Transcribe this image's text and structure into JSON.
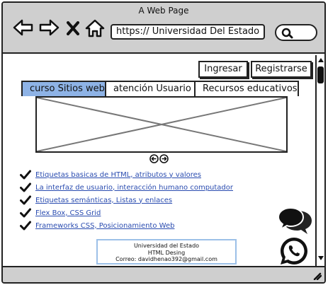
{
  "window": {
    "title": "A Web Page"
  },
  "browser": {
    "url": "https:// Universidad Del Estado",
    "icons": [
      "back-arrow-icon",
      "forward-arrow-icon",
      "close-x-icon",
      "home-icon",
      "search-icon"
    ]
  },
  "header": {
    "login_label": "Ingresar",
    "register_label": "Registrarse"
  },
  "tabs": [
    {
      "label": "curso Sitios web",
      "active": true
    },
    {
      "label": "atención Usuario",
      "active": false
    },
    {
      "label": "Recursos educativos",
      "active": false
    }
  ],
  "colors": {
    "active_tab": "#8eb3e6",
    "link": "#2a4cb0",
    "chrome": "#cfcfcf",
    "footer_border": "#9cc0e8"
  },
  "features": [
    "Etiquetas basicas de HTML, atributos y valores",
    "La interfaz de usuario, interacción humano computador",
    "Etiquetas semánticas, Listas y enlaces",
    "Flex Box, CSS Grid",
    "Frameworks CSS, Posicionamiento Web"
  ],
  "footer": {
    "line1": "Universidad del Estado",
    "line2": "HTML Desing",
    "line3": "Correo: davidhenao392@gmail.com"
  }
}
